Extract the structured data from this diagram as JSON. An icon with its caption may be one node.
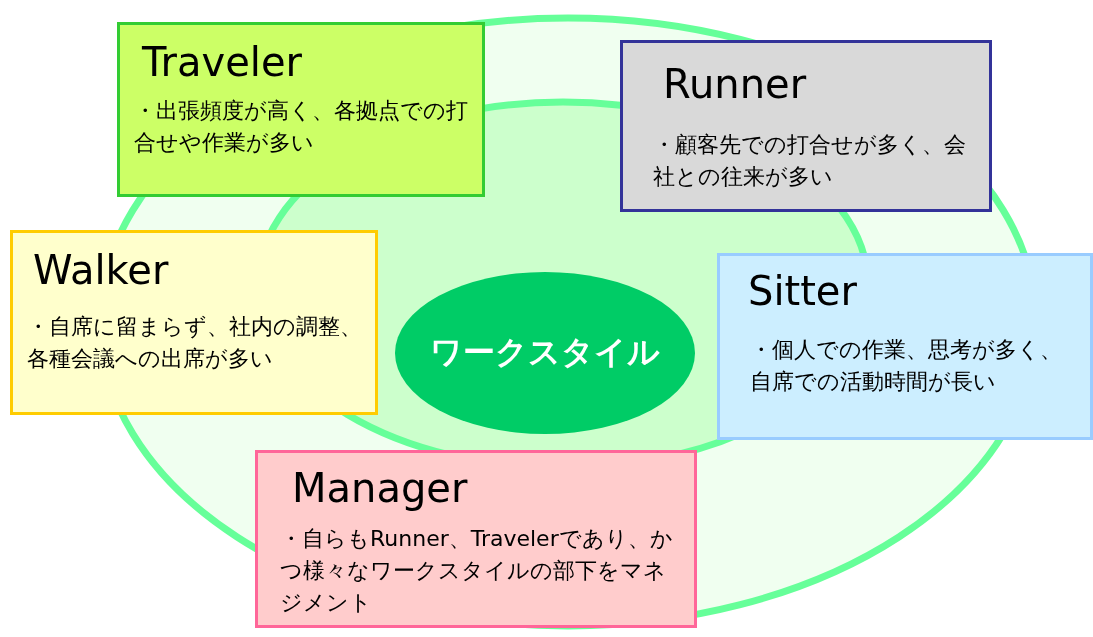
{
  "diagram": {
    "nodes": [
      {
        "text": [
          "Traveler",
          "・出張頻度が高く、各拠点での打合せや作業が多い"
        ]
      },
      {
        "text": [
          "Runner",
          "・顧客先での打合せが多く、会社との往来が多い"
        ]
      },
      {
        "text": [
          "Walker",
          "・自席に留まらず、社内の調整、各種会議への出席が多い"
        ]
      },
      {
        "text": [
          "ワークスタイル"
        ]
      },
      {
        "text": [
          "Sitter",
          "・個人での作業、思考が多く、自席での活動時間が長い"
        ]
      },
      {
        "text": [
          "Manager",
          "・自らもRunner、Travelerであり、かつ様々なワークスタイルの部下をマネジメント"
        ]
      }
    ]
  }
}
